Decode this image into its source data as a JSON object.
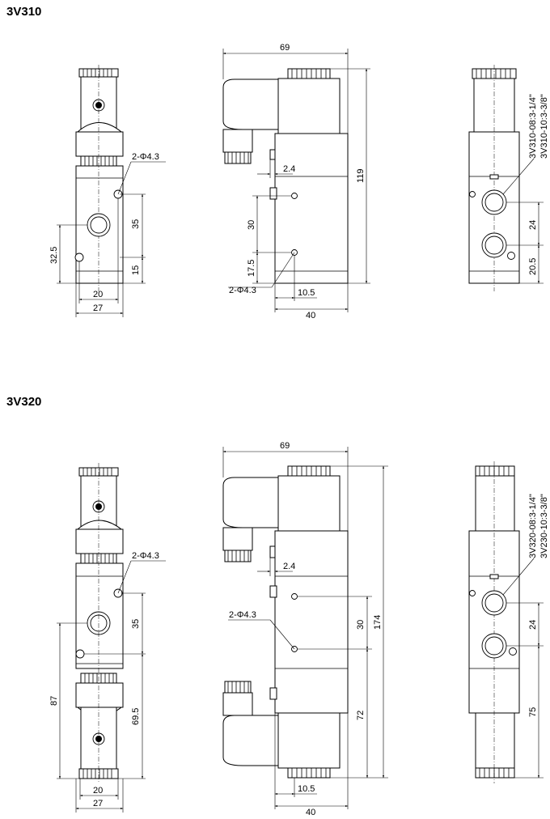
{
  "sections": [
    {
      "title": "3V310"
    },
    {
      "title": "3V320"
    }
  ],
  "dims_3v310": {
    "left": {
      "mount_holes": "2-Φ4.3",
      "d35": "35",
      "d32_5": "32.5",
      "d15": "15",
      "d20": "20",
      "d27": "27"
    },
    "middle": {
      "d69": "69",
      "d119": "119",
      "d2_4": "2.4",
      "d30": "30",
      "d17_5": "17.5",
      "mount_holes": "2-Φ4.3",
      "d10_5": "10.5",
      "d40": "40"
    },
    "right": {
      "port1": "3V310-08:3-1/4\"",
      "port2": "3V310-10:3-3/8\"",
      "d24": "24",
      "d20_5": "20.5"
    }
  },
  "dims_3v320": {
    "left": {
      "mount_holes": "2-Φ4.3",
      "d35": "35",
      "d87": "87",
      "d69_5": "69.5",
      "d20": "20",
      "d27": "27"
    },
    "middle": {
      "d69": "69",
      "d2_4": "2.4",
      "mount_holes": "2-Φ4.3",
      "d30": "30",
      "d174": "174",
      "d72": "72",
      "d10_5": "10.5",
      "d40": "40"
    },
    "right": {
      "port1": "3V320-08:3-1/4\"",
      "port2": "3V230-10:3-3/8\"",
      "d24": "24",
      "d75": "75"
    }
  }
}
